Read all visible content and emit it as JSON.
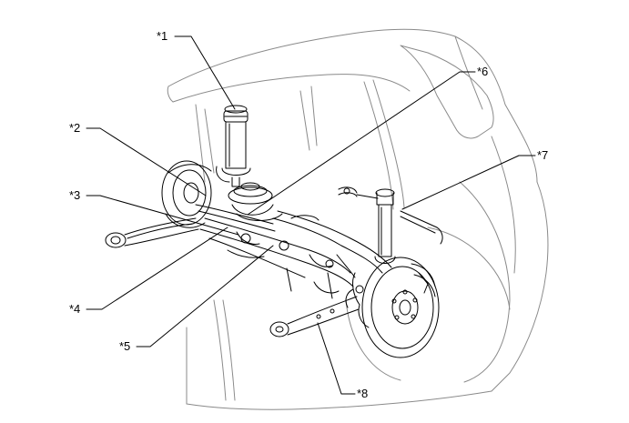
{
  "callouts": [
    {
      "id": "1",
      "label": "*1"
    },
    {
      "id": "2",
      "label": "*2"
    },
    {
      "id": "3",
      "label": "*3"
    },
    {
      "id": "4",
      "label": "*4"
    },
    {
      "id": "5",
      "label": "*5"
    },
    {
      "id": "6",
      "label": "*6"
    },
    {
      "id": "7",
      "label": "*7"
    },
    {
      "id": "8",
      "label": "*8"
    }
  ]
}
